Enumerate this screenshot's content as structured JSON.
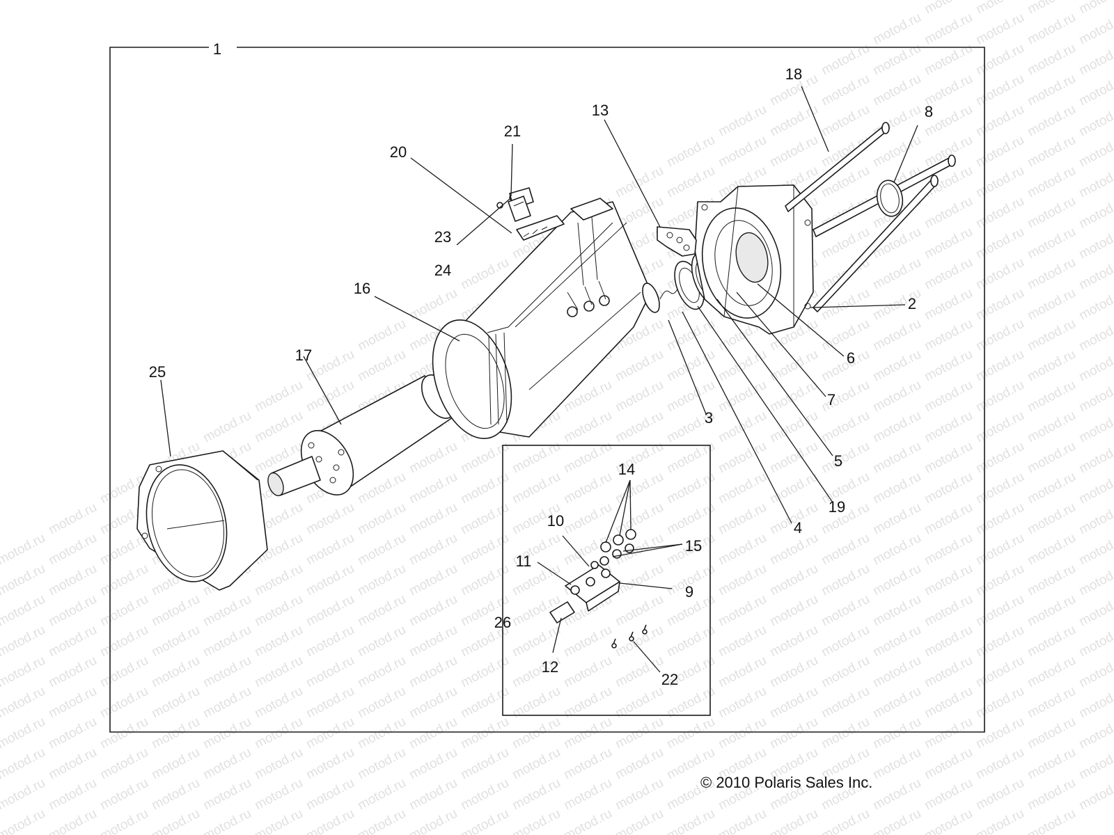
{
  "watermark": "motod.ru",
  "copyright": "© 2010 Polaris Sales Inc.",
  "callouts": {
    "c1": "1",
    "c2": "2",
    "c3": "3",
    "c4": "4",
    "c5": "5",
    "c6": "6",
    "c7": "7",
    "c8": "8",
    "c9": "9",
    "c10": "10",
    "c11": "11",
    "c12": "12",
    "c13": "13",
    "c14": "14",
    "c15": "15",
    "c16": "16",
    "c17": "17",
    "c18": "18",
    "c19": "19",
    "c20": "20",
    "c21": "21",
    "c22": "22",
    "c23": "23",
    "c24": "24",
    "c25": "25",
    "c26": "26"
  }
}
